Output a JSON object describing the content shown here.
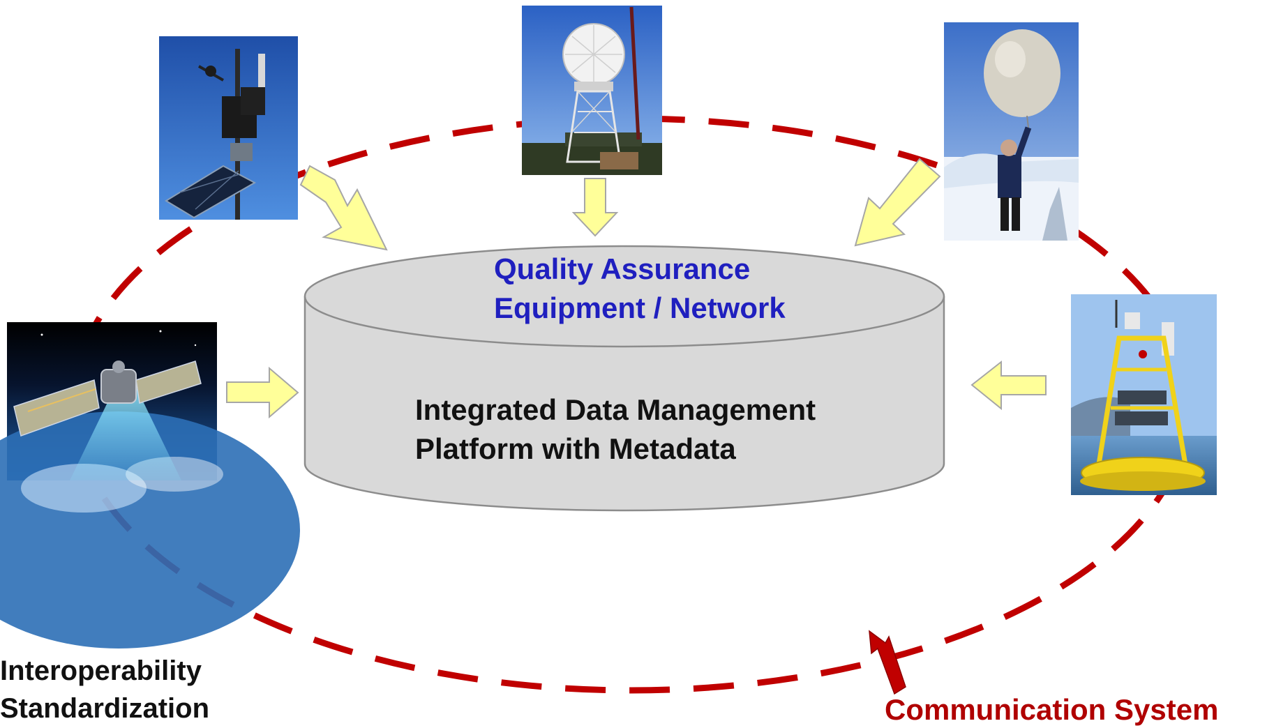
{
  "colors": {
    "dashed_ring": "#c00000",
    "cylinder_fill": "#d9d9d9",
    "cylinder_stroke": "#8c8c8c",
    "arrow_fill": "#ffff99",
    "arrow_stroke": "#a6a6a6",
    "qa_text": "#1f1fbf",
    "body_text": "#111111",
    "comm_text": "#b00000",
    "comm_arrow": "#c00000"
  },
  "database": {
    "top_label_line1": "Quality Assurance",
    "top_label_line2": "Equipment / Network",
    "body_label_line1": "Integrated Data Management",
    "body_label_line2": "Platform with Metadata"
  },
  "side_labels": {
    "interop_line1": "Interoperability",
    "interop_line2": "Standardization",
    "communication": "Communication System"
  },
  "photos": [
    {
      "id": "weather-station",
      "icon": "weather-station-photo"
    },
    {
      "id": "radar-tower",
      "icon": "radar-tower-photo"
    },
    {
      "id": "weather-balloon",
      "icon": "weather-balloon-photo"
    },
    {
      "id": "satellite",
      "icon": "satellite-photo"
    },
    {
      "id": "buoy",
      "icon": "buoy-photo"
    }
  ]
}
